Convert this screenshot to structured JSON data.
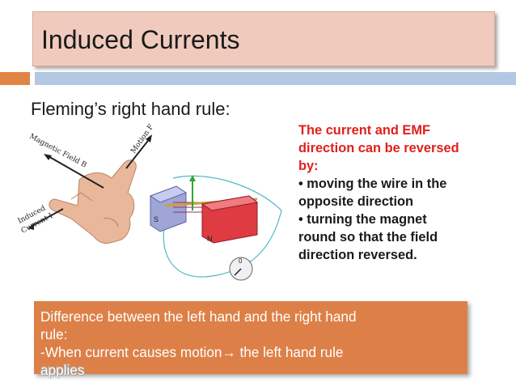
{
  "slide": {
    "title": "Induced Currents",
    "subtitle": "Fleming’s right hand rule:",
    "notes": {
      "heading_lines": [
        "The current and EMF",
        "direction can be reversed",
        "by:"
      ],
      "bullet_lines": [
        "• moving the wire in the",
        "opposite direction",
        "• turning the magnet",
        "round so that the field",
        "direction reversed."
      ]
    },
    "illustration": {
      "labels": {
        "magnetic_field": "Magnetic Field B",
        "motion": "Motion F",
        "induced_current_1": "Induced",
        "induced_current_2": "Current I",
        "south": "S",
        "north": "N",
        "meter_zero": "0"
      }
    },
    "bottom_box": {
      "lines": [
        "Difference between the left hand and the right hand",
        "rule:",
        "-When current causes motion→ the left hand rule"
      ],
      "overflow": "applies"
    }
  },
  "colors": {
    "title_bg": "#f0cbbd",
    "accent_orange": "#e08446",
    "accent_blue": "#b3c8e3",
    "notes_red": "#e0201c",
    "bottom_box_bg": "#dd8048"
  }
}
